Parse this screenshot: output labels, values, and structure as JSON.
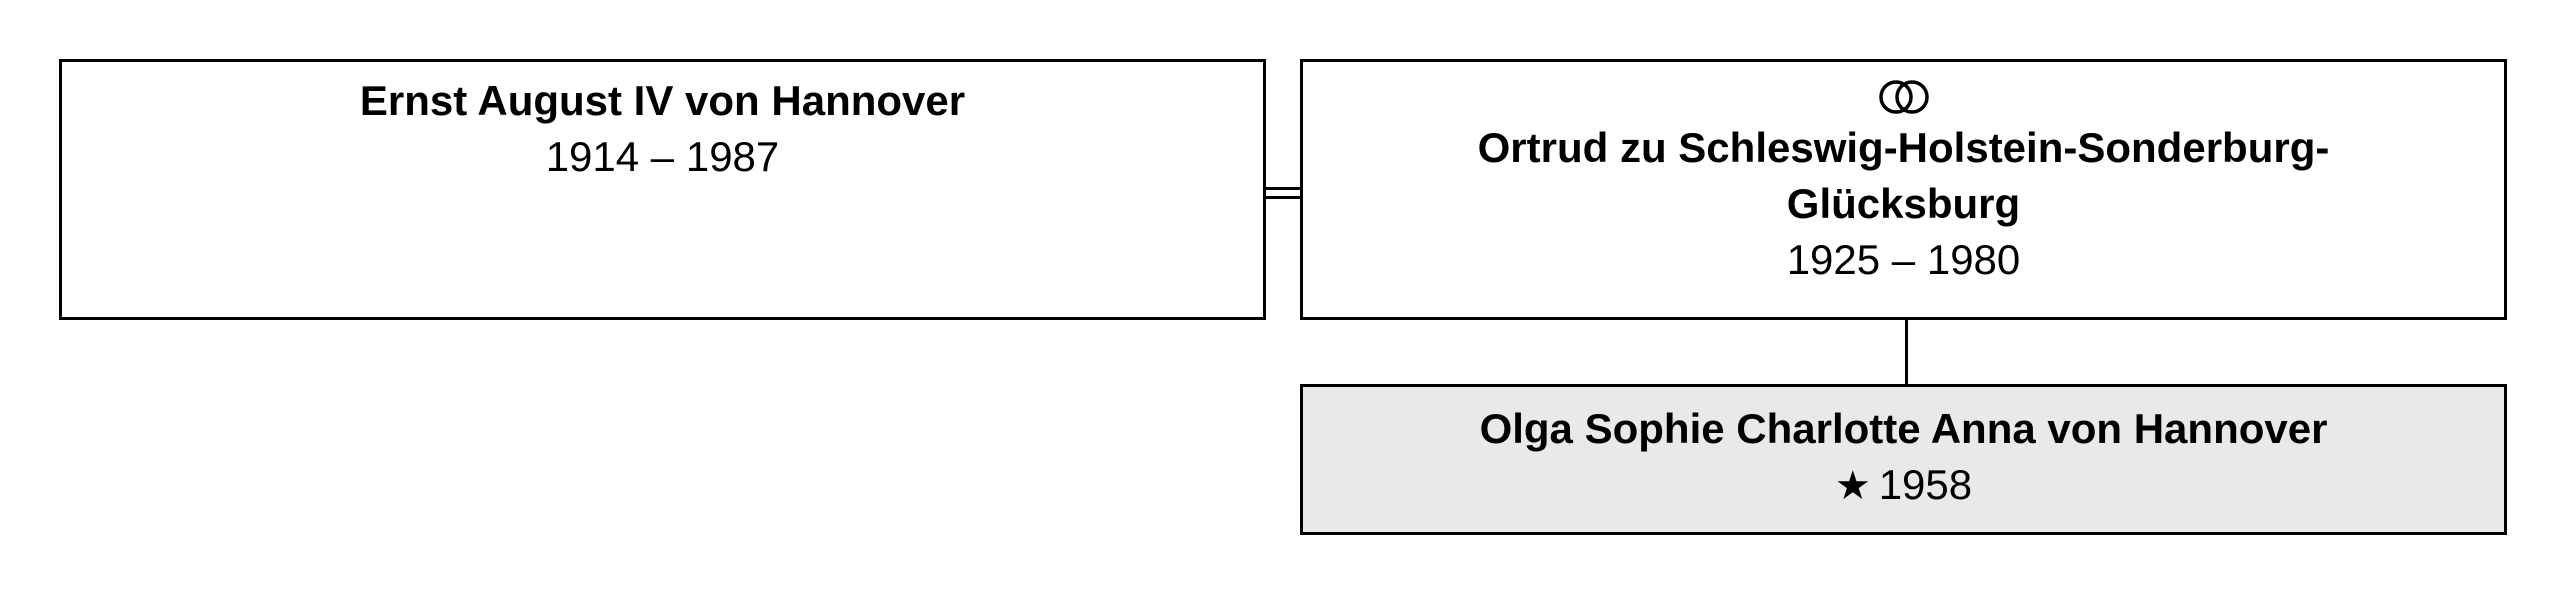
{
  "father": {
    "name": "Ernst August IV von Hannover",
    "dates": "1914 – 1987"
  },
  "mother": {
    "marriage_symbol": "wedding-rings-icon",
    "name": "Ortrud zu Schleswig-Holstein-Sonderburg-Glücksburg",
    "dates": "1925 – 1980"
  },
  "child": {
    "name": "Olga Sophie Charlotte Anna von Hannover",
    "birth_symbol": "★",
    "birth_year": "1958"
  },
  "colors": {
    "border": "#000000",
    "person_box": "#ffffff",
    "child_box": "#e9e9e9"
  }
}
